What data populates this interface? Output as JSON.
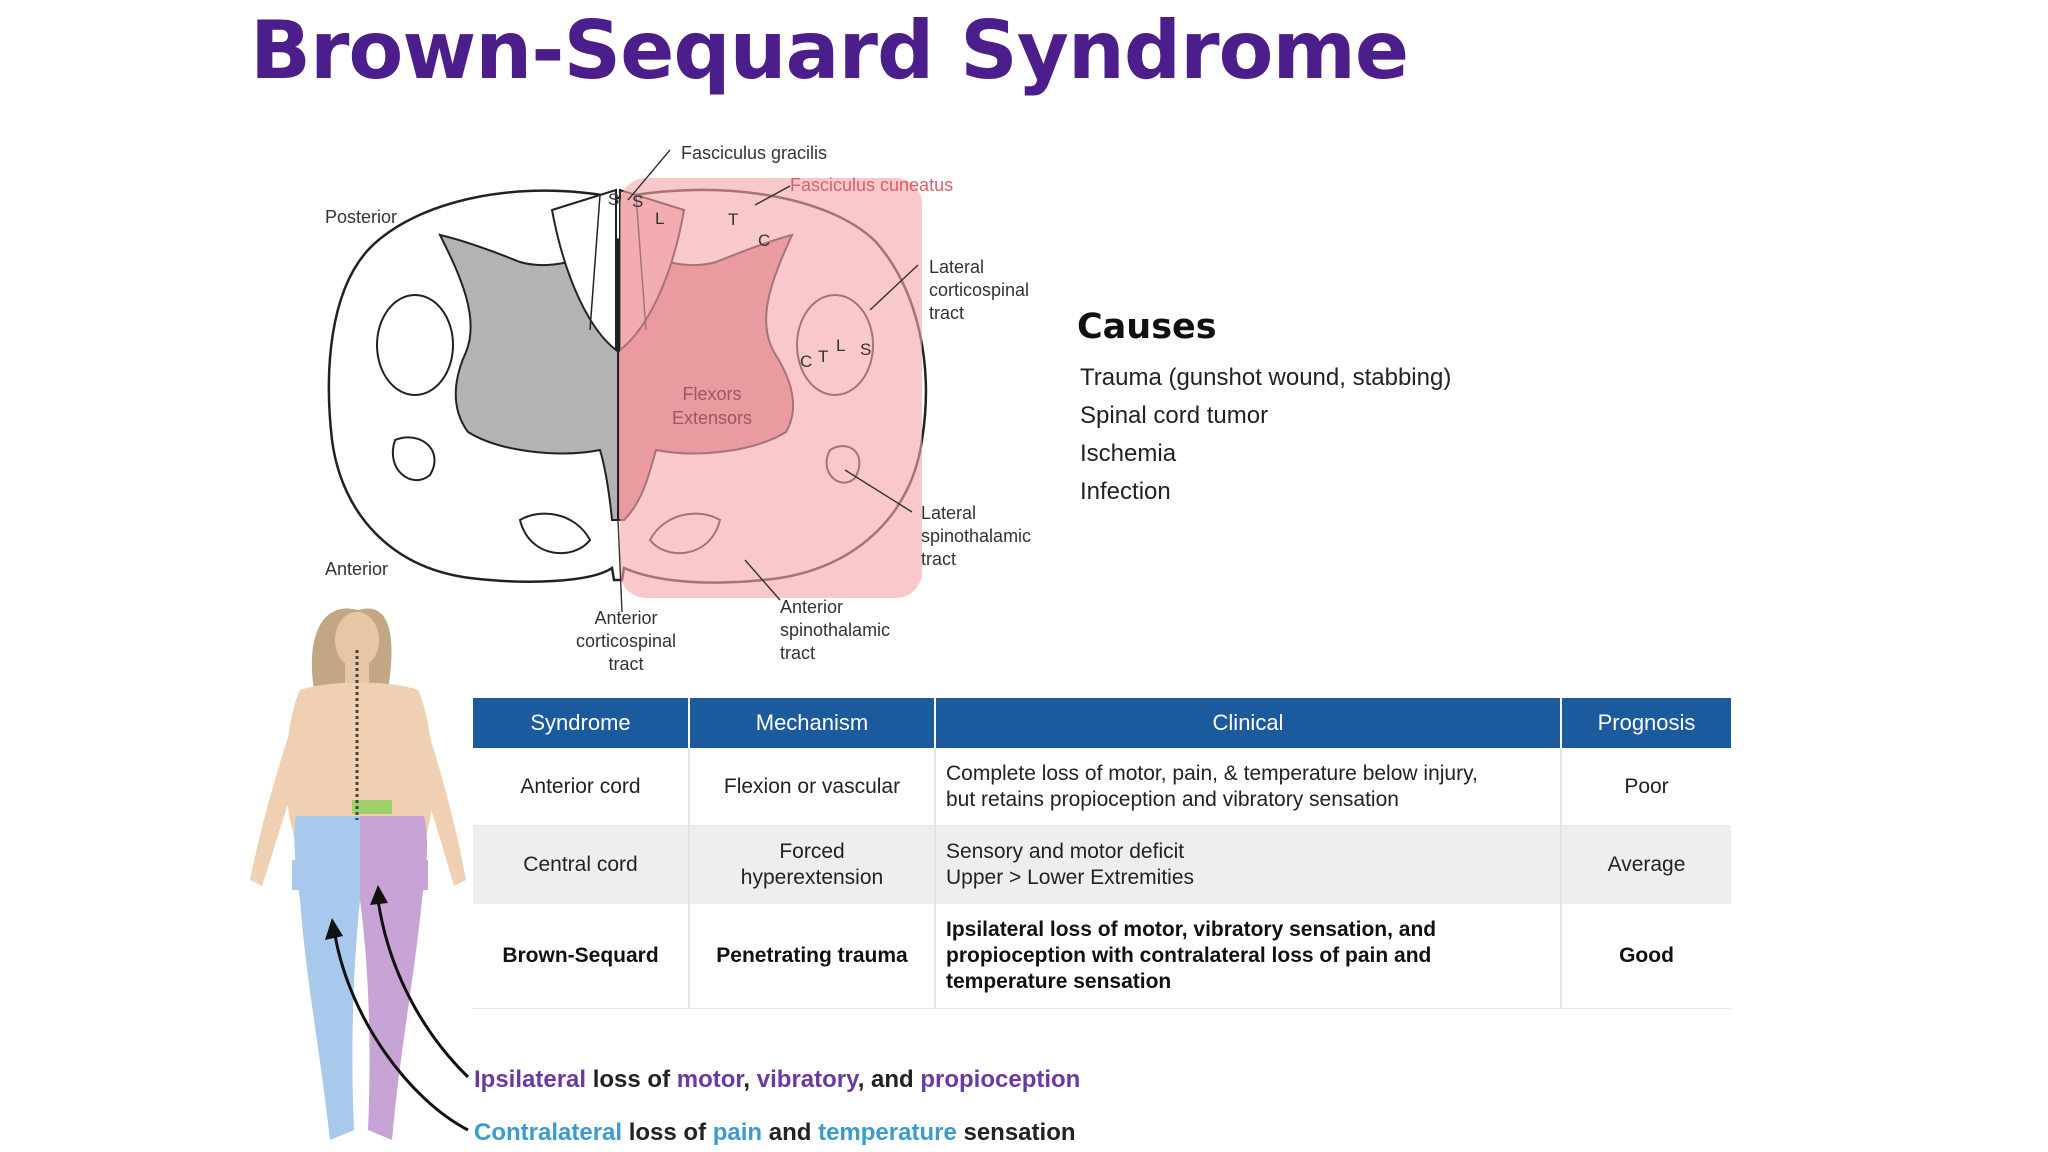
{
  "title": "Brown-Sequard Syndrome",
  "colors": {
    "title": "#4b1e8c",
    "lesion": "#f6a7aa",
    "table_header": "#1b5a9d",
    "ipsilateral": "#6b3aa0",
    "contralateral": "#3d9ad1"
  },
  "diagram": {
    "labels": {
      "posterior": "Posterior",
      "anterior": "Anterior",
      "fasciculus_gracilis": "Fasciculus gracilis",
      "fasciculus_cuneatus": "Fasciculus cuneatus",
      "lateral_corticospinal": "Lateral\ncorticospinal\ntract",
      "lateral_spinothalamic": "Lateral\nspinothalamic\ntract",
      "anterior_spinothalamic": "Anterior\nspinothalamic\ntract",
      "anterior_corticospinal": "Anterior\ncorticospinal\ntract",
      "flexors": "Flexors",
      "extensors": "Extensors"
    },
    "tract_letters": [
      "S",
      "S",
      "L",
      "T",
      "C",
      "C",
      "T",
      "L",
      "S"
    ]
  },
  "causes": {
    "heading": "Causes",
    "items": [
      "Trauma (gunshot wound, stabbing)",
      "Spinal cord tumor",
      "Ischemia",
      "Infection"
    ]
  },
  "table": {
    "headers": [
      "Syndrome",
      "Mechanism",
      "Clinical",
      "Prognosis"
    ],
    "rows": [
      {
        "syndrome": "Anterior cord",
        "mechanism": "Flexion or vascular",
        "clinical": "Complete loss of motor, pain, & temperature below injury,\nbut retains propioception and vibratory sensation",
        "prognosis": "Poor"
      },
      {
        "syndrome": "Central cord",
        "mechanism": "Forced\nhyperextension",
        "clinical": "Sensory and motor deficit\nUpper > Lower Extremities",
        "prognosis": "Average"
      },
      {
        "syndrome": "Brown-Sequard",
        "mechanism": "Penetrating trauma",
        "clinical": "Ipsilateral loss of motor, vibratory sensation, and\npropioception with contralateral loss of pain and\ntemperature sensation",
        "prognosis": "Good"
      }
    ]
  },
  "notes": {
    "ipsilateral": {
      "ipsilateral": "Ipsilateral",
      "loss_of": " loss of ",
      "motor": "motor",
      "comma1": ", ",
      "vibratory": "vibratory",
      "and": ", and ",
      "propioception": "propioception"
    },
    "contralateral": {
      "contralateral": "Contralateral",
      "loss_of": " loss of ",
      "pain": "pain",
      "and": " and ",
      "temperature": "temperature",
      "sensation": " sensation"
    }
  }
}
